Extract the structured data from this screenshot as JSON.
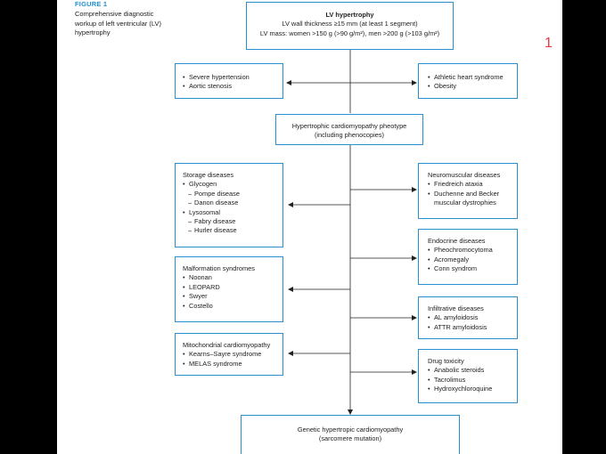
{
  "figure": {
    "label": "FIGURE 1",
    "caption": "Comprehensive diagnostic workup of left ventricular (LV) hypertrophy",
    "page_number": "1"
  },
  "nodes": {
    "lv_hypertrophy": {
      "title": "LV hypertrophy",
      "line1": "LV wall thickness ≥15 mm (at least 1 segment)",
      "line2": "LV mass: women >150 g (>90 g/m²), men >200 g (>103 g/m²)"
    },
    "hypertensive": {
      "items": [
        "Severe hypertension",
        "Aortic stenosis"
      ]
    },
    "athletic": {
      "items": [
        "Athletic heart syndrome",
        "Obesity"
      ]
    },
    "hcm_phenotype": {
      "line1": "Hypertrophic cardiomyopathy pheotype",
      "line2": "(including phenocopies)"
    },
    "storage": {
      "title": "Storage diseases",
      "glycogen": "Glycogen",
      "glycogen_sub": [
        "Pompe disease",
        "Danon disease"
      ],
      "lysosomal": "Lysosomal",
      "lysosomal_sub": [
        "Fabry disease",
        "Hurler disease"
      ]
    },
    "neuromuscular": {
      "title": "Neuromuscular diseases",
      "item1": "Friedreich ataxia",
      "item2a": "Duchenne and Becker",
      "item2b": "muscular dystrophies"
    },
    "endocrine": {
      "title": "Endocrine diseases",
      "items": [
        "Pheochromocytoma",
        "Acromegaly",
        "Conn syndrom"
      ]
    },
    "malformation": {
      "title": "Malformation syndromes",
      "items": [
        "Noonan",
        "LEOPARD",
        "Swyer",
        "Costello"
      ]
    },
    "infiltrative": {
      "title": "Infiltrative diseases",
      "items": [
        "AL amyloidosis",
        "ATTR amyloidosis"
      ]
    },
    "mitochondrial": {
      "title": "Mitochondrial cardiomyopathy",
      "items": [
        "Kearns–Sayre syndrome",
        "MELAS syndrome"
      ]
    },
    "drug": {
      "title": "Drug toxicity",
      "items": [
        "Anabolic steroids",
        "Tacrolimus",
        "Hydroxychloroquine"
      ]
    },
    "genetic": {
      "line1": "Genetic hypertropic cardiomyopathy",
      "line2": "(sarcomere mutation)"
    }
  },
  "colors": {
    "box_border": "#2a8fcf",
    "figure_label": "#1e8fce",
    "page_number": "#e23a45",
    "background": "#000000"
  }
}
